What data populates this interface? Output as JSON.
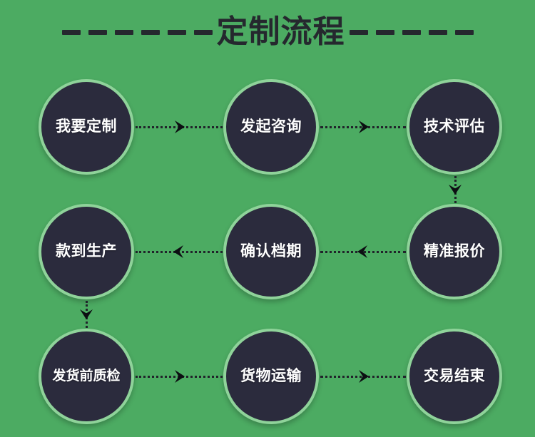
{
  "page": {
    "background_color": "#4CAB62",
    "node_fill_color": "#2B2B3D",
    "node_ring_color": "#8FD39A",
    "node_text_color": "#FFFFFF",
    "accent_dark_color": "#25282E"
  },
  "header": {
    "title": "定制流程",
    "left_dash_count": 6,
    "right_dash_count": 5
  },
  "flow": {
    "nodes": [
      {
        "id": "n1",
        "label": "我要定制",
        "row": 0,
        "col": 0
      },
      {
        "id": "n2",
        "label": "发起咨询",
        "row": 0,
        "col": 1
      },
      {
        "id": "n3",
        "label": "技术评估",
        "row": 0,
        "col": 2
      },
      {
        "id": "n4",
        "label": "精准报价",
        "row": 1,
        "col": 2
      },
      {
        "id": "n5",
        "label": "确认档期",
        "row": 1,
        "col": 1
      },
      {
        "id": "n6",
        "label": "款到生产",
        "row": 1,
        "col": 0
      },
      {
        "id": "n7",
        "label": "发货前质检",
        "row": 2,
        "col": 0
      },
      {
        "id": "n8",
        "label": "货物运输",
        "row": 2,
        "col": 1
      },
      {
        "id": "n9",
        "label": "交易结束",
        "row": 2,
        "col": 2
      }
    ],
    "connectors": [
      {
        "id": "c1",
        "from": "n1",
        "to": "n2",
        "direction": "right"
      },
      {
        "id": "c2",
        "from": "n2",
        "to": "n3",
        "direction": "right"
      },
      {
        "id": "c3",
        "from": "n3",
        "to": "n4",
        "direction": "down"
      },
      {
        "id": "c4",
        "from": "n4",
        "to": "n5",
        "direction": "left"
      },
      {
        "id": "c5",
        "from": "n5",
        "to": "n6",
        "direction": "left"
      },
      {
        "id": "c6",
        "from": "n6",
        "to": "n7",
        "direction": "down"
      },
      {
        "id": "c7",
        "from": "n7",
        "to": "n8",
        "direction": "right"
      },
      {
        "id": "c8",
        "from": "n8",
        "to": "n9",
        "direction": "right"
      }
    ]
  }
}
